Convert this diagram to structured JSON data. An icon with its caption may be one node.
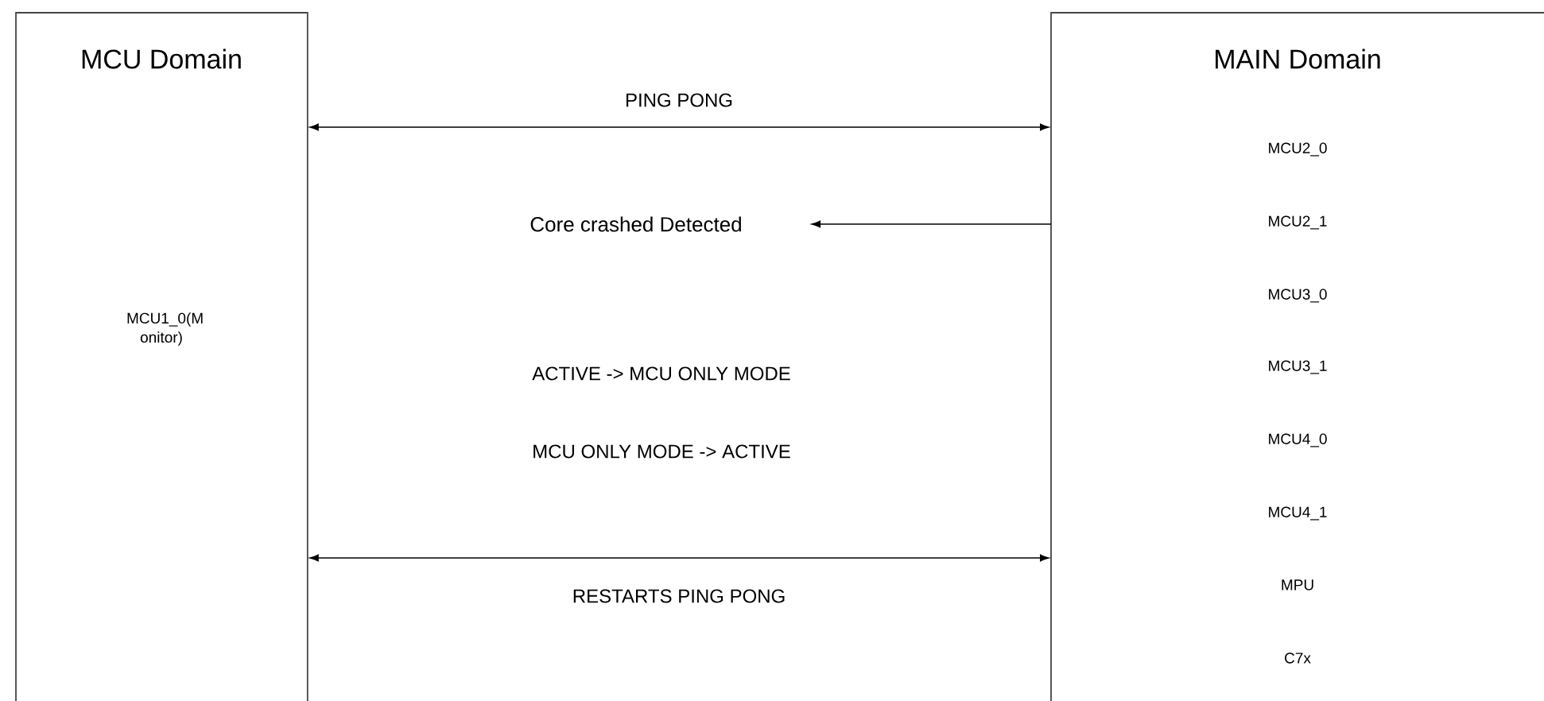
{
  "diagram": {
    "nodes": [
      {
        "text": [
          "MCU Domain",
          "MCU1_0(M onitor)"
        ]
      },
      {
        "text": [
          "MAIN Domain",
          "MCU2_0",
          "MCU2_1",
          "MCU3_0",
          "MCU3_1",
          "MCU4_0",
          "MCU4_1",
          "MPU",
          "C7x"
        ]
      },
      {
        "text": [
          "Core crashed Detected"
        ]
      }
    ],
    "edges": [
      {
        "from": 0,
        "to": 1,
        "arrow": "both",
        "label": "PING PONG"
      },
      {
        "from": 1,
        "to": 2,
        "arrow": "to"
      },
      {
        "from": 0,
        "to": 1,
        "arrow": "both",
        "label": "RESTARTS PING PONG"
      }
    ],
    "labels": [
      "ACTIVE -> MCU ONLY MODE",
      "MCU ONLY MODE -> ACTIVE"
    ]
  }
}
